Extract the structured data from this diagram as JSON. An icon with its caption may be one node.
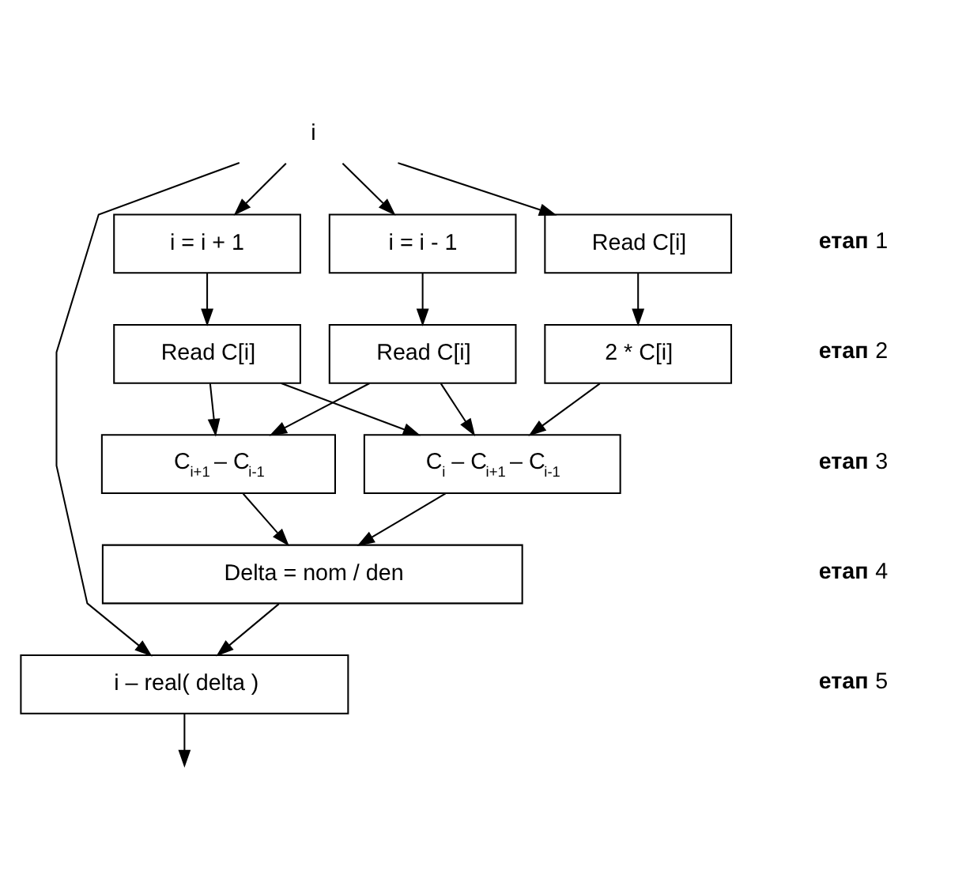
{
  "diagram": {
    "nodes": [
      {
        "text": [
          "i"
        ]
      },
      {
        "text": [
          "i = i + 1"
        ]
      },
      {
        "text": [
          "i = i - 1"
        ]
      },
      {
        "text": [
          "Read C[i]"
        ]
      },
      {
        "text": [
          "Read C[i]"
        ]
      },
      {
        "text": [
          "Read C[i]"
        ]
      },
      {
        "text": [
          "2 * C[i]"
        ]
      },
      {
        "text": [
          "C$_{i+1}$ – C$_{i-1}$"
        ]
      },
      {
        "text": [
          "C$_{i}$ – C$_{i+1}$ – C$_{i-1}$"
        ]
      },
      {
        "text": [
          "Delta = nom / den"
        ]
      },
      {
        "text": [
          "i – real( delta )"
        ]
      }
    ],
    "edges": [
      {
        "from": 0,
        "to": 10,
        "arrow": "to"
      },
      {
        "from": 0,
        "to": 1,
        "arrow": "to"
      },
      {
        "from": 0,
        "to": 2,
        "arrow": "to"
      },
      {
        "from": 0,
        "to": 3,
        "arrow": "to"
      },
      {
        "from": 1,
        "to": 4,
        "arrow": "to"
      },
      {
        "from": 2,
        "to": 5,
        "arrow": "to"
      },
      {
        "from": 3,
        "to": 6,
        "arrow": "to"
      },
      {
        "from": 4,
        "to": 7,
        "arrow": "to"
      },
      {
        "from": 4,
        "to": 8,
        "arrow": "to"
      },
      {
        "from": 5,
        "to": 7,
        "arrow": "to"
      },
      {
        "from": 5,
        "to": 8,
        "arrow": "to"
      },
      {
        "from": 6,
        "to": 8,
        "arrow": "to"
      },
      {
        "from": 7,
        "to": 9,
        "arrow": "to"
      },
      {
        "from": 8,
        "to": 9,
        "arrow": "to"
      },
      {
        "from": 9,
        "to": 10,
        "arrow": "to"
      },
      {
        "from": 10,
        "to": null,
        "arrow": "to"
      }
    ],
    "labels": [
      "**етап** 1",
      "**етап** 2",
      "**етап** 3",
      "**етап** 4",
      "**етап** 5"
    ]
  }
}
